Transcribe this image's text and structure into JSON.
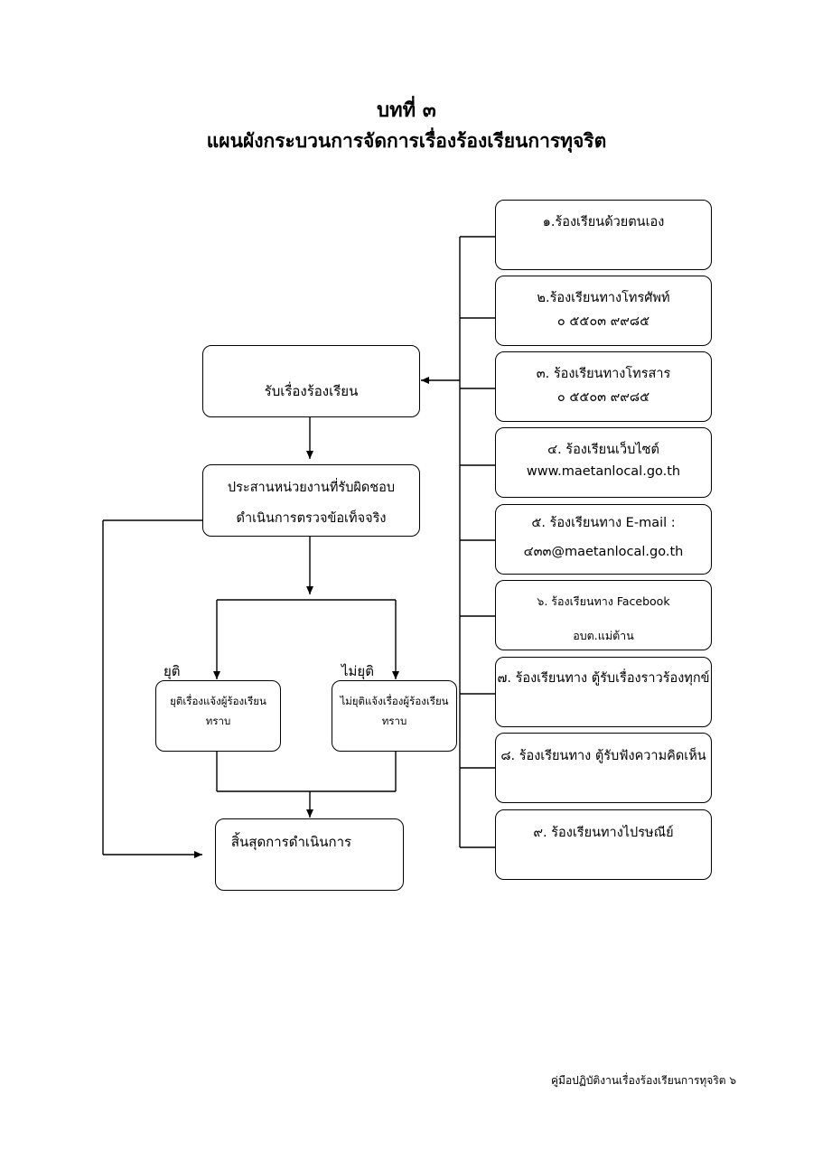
{
  "header": {
    "chapter": "บทที่ ๓",
    "title": "แผนผังกระบวนการจัดการเรื่องร้องเรียนการทุจริต"
  },
  "channels": [
    {
      "line1": "๑.ร้องเรียนด้วยตนเอง",
      "line2": ""
    },
    {
      "line1": "๒.ร้องเรียนทางโทรศัพท์",
      "line2": "๐ ๕๕๐๓ ๙๙๘๕"
    },
    {
      "line1": "๓. ร้องเรียนทางโทรสาร",
      "line2": "๐ ๕๕๐๓ ๙๙๘๕"
    },
    {
      "line1": "๔. ร้องเรียนเว็บไซต์",
      "line2": "www.maetanlocal.go.th"
    },
    {
      "line1": "๕. ร้องเรียนทาง E-mail :",
      "line2": "๔๓๓@maetanlocal.go.th"
    },
    {
      "line1": "๖. ร้องเรียนทาง Facebook",
      "line2": "อบต.แม่ต้าน"
    },
    {
      "line1": "๗. ร้องเรียนทาง ตู้รับเรื่องราวร้องทุกข์",
      "line2": ""
    },
    {
      "line1": "๘. ร้องเรียนทาง ตู้รับฟังความคิดเห็น",
      "line2": ""
    },
    {
      "line1": "๙. ร้องเรียนทางไปรษณีย์",
      "line2": ""
    }
  ],
  "flow": {
    "receive": "รับเรื่องร้องเรียน",
    "coordinate_line1": "ประสานหน่วยงานที่รับผิดชอบ",
    "coordinate_line2": "ดำเนินการตรวจข้อเท็จจริง",
    "stop_label": "ยุติ",
    "nostop_label": "ไม่ยุติ",
    "stop_box_line1": "ยุติเรื่องแจ้งผู้ร้องเรียน",
    "stop_box_line2": "ทราบ",
    "nostop_box_line1": "ไม่ยุติแจ้งเรื่องผู้ร้องเรียน",
    "nostop_box_line2": "ทราบ",
    "end": "สิ้นสุดการดำเนินการ"
  },
  "footer": "คู่มือปฏิบัติงานเรื่องร้องเรียนการทุจริต ๖"
}
